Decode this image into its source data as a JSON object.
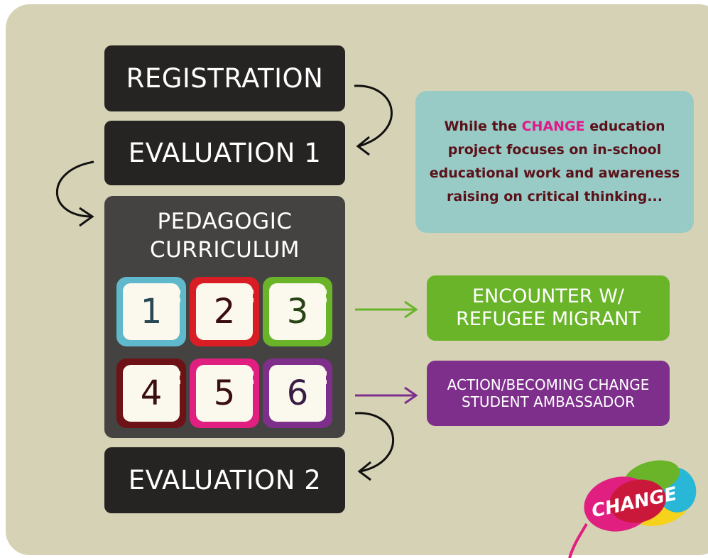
{
  "steps": {
    "registration": "REGISTRATION",
    "evaluation1": "EVALUATION 1",
    "curriculum_line1": "PEDAGOGIC",
    "curriculum_line2": "CURRICULUM",
    "evaluation2": "EVALUATION 2"
  },
  "modules": [
    "1",
    "2",
    "3",
    "4",
    "5",
    "6"
  ],
  "info": {
    "before": "While the ",
    "highlight": "CHANGE",
    "after": " education project focuses on in-school educational work and awareness raising on critical thinking..."
  },
  "outcomes": {
    "encounter_line1": "ENCOUNTER W/",
    "encounter_line2": "REFUGEE MIGRANT",
    "action_line1": "ACTION/BECOMING CHANGE",
    "action_line2": "STUDENT AMBASSADOR"
  },
  "logo_text": "CHANGE",
  "colors": {
    "background": "#d6d2b5",
    "step_block": "#252422",
    "curriculum_panel": "#454341",
    "info_box": "#98cac6",
    "info_text": "#5a1118",
    "highlight": "#e0188a",
    "encounter": "#6ab42a",
    "action": "#7e2f8c",
    "module_colors": [
      "#5fb8cc",
      "#d81e24",
      "#6ab42a",
      "#6d1216",
      "#e11f81",
      "#7e2f8c"
    ]
  }
}
